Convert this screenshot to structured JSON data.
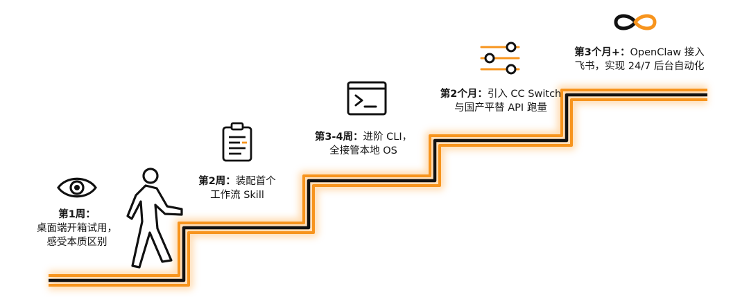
{
  "steps": [
    {
      "title": "第1周：",
      "lines": [
        "桌面端开箱试用，",
        "感受本质区别"
      ],
      "icon": "eye-icon"
    },
    {
      "title": "第2周：",
      "title_rest": "装配首个",
      "lines": [
        "工作流 Skill"
      ],
      "icon": "clipboard-icon"
    },
    {
      "title": "第3-4周：",
      "title_rest": "进阶 CLI，",
      "lines": [
        "全接管本地 OS"
      ],
      "icon": "terminal-icon"
    },
    {
      "title": "第2个月：",
      "title_rest": "引入 CC Switch",
      "lines": [
        "与国产平替 API 跑量"
      ],
      "icon": "sliders-icon"
    },
    {
      "title": "第3个月+：",
      "title_rest": "OpenClaw 接入",
      "lines": [
        "飞书，实现 24/7 后台自动化"
      ],
      "icon": "infinity-icon"
    }
  ],
  "walker_icon": "walking-person-icon",
  "colors": {
    "accent": "#f7941d",
    "line": "#111111"
  }
}
